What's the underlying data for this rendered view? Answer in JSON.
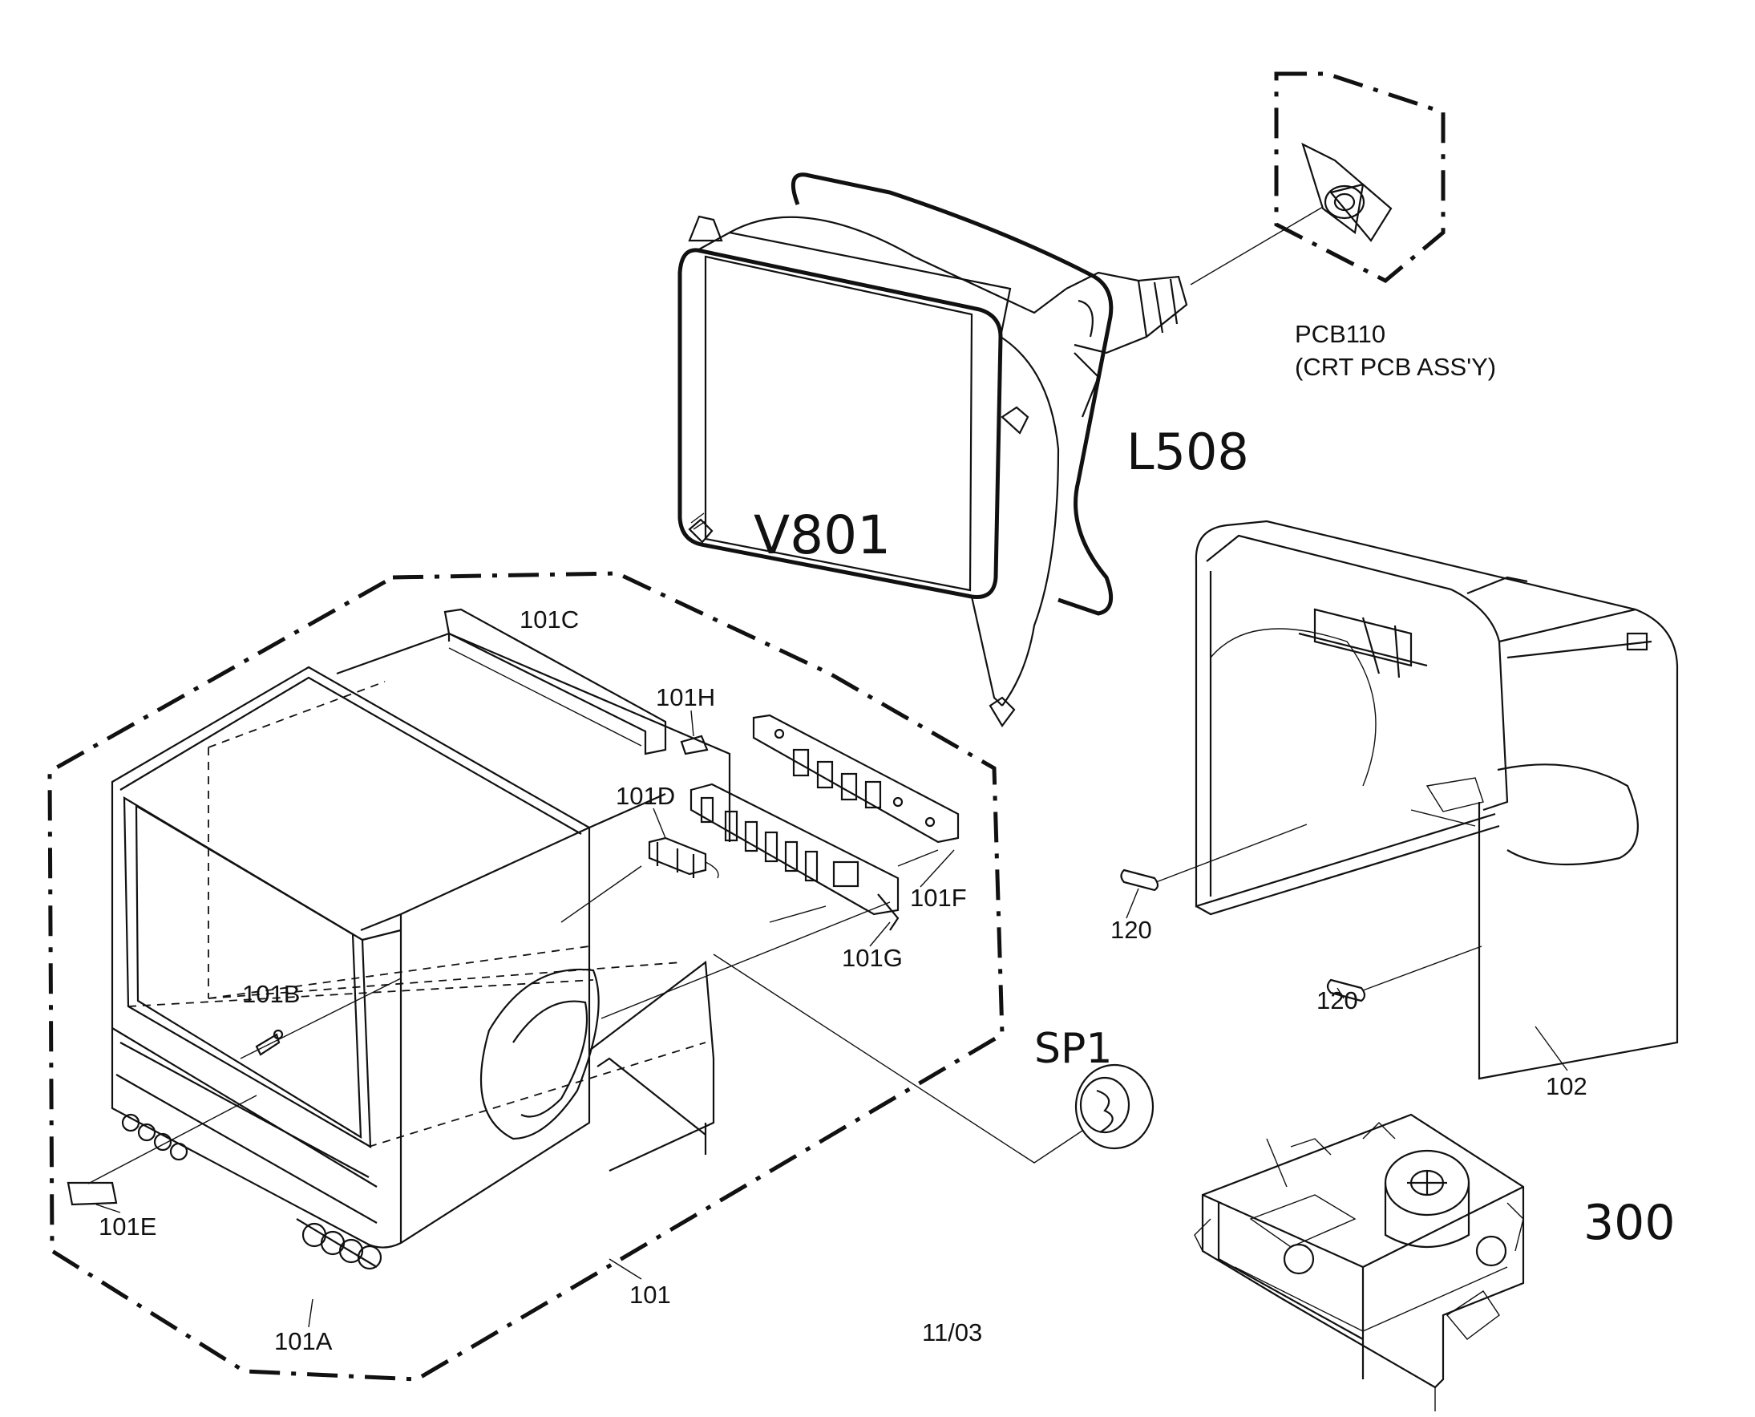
{
  "labels": {
    "pcb110": "PCB110",
    "pcb110_desc": "(CRT PCB ASS'Y)",
    "l508": "L508",
    "v801": "V801",
    "p101C": "101C",
    "p101H": "101H",
    "p101D": "101D",
    "p101F": "101F",
    "p101G": "101G",
    "p101B": "101B",
    "p101E": "101E",
    "p101A": "101A",
    "p101": "101",
    "p120a": "120",
    "p120b": "120",
    "p102": "102",
    "sp1": "SP1",
    "p300": "300",
    "date": "11/03"
  }
}
